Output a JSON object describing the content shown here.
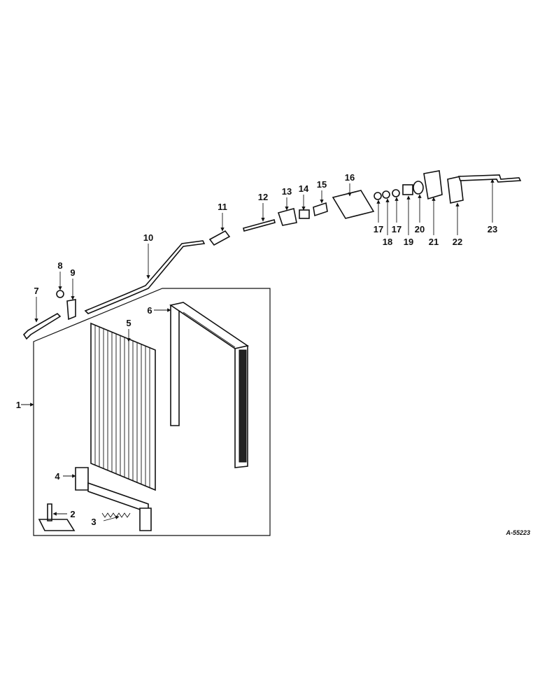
{
  "drawing_ref": "A-55223",
  "callouts": [
    "1",
    "2",
    "3",
    "4",
    "5",
    "6",
    "7",
    "8",
    "9",
    "10",
    "11",
    "12",
    "13",
    "14",
    "15",
    "16",
    "17",
    "17",
    "18",
    "19",
    "20",
    "21",
    "22",
    "23"
  ]
}
